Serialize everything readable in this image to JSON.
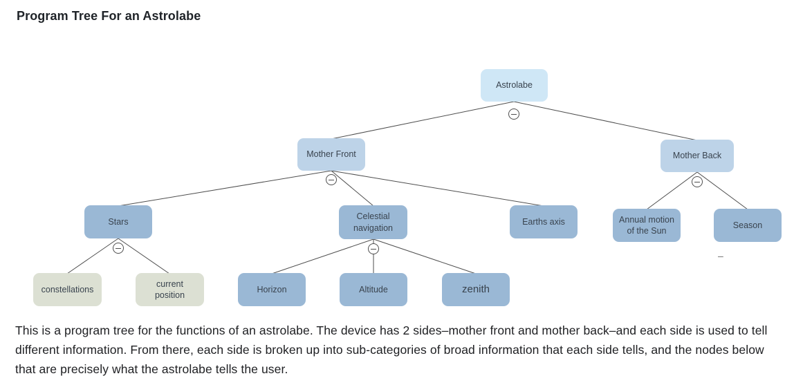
{
  "page": {
    "title": "Program Tree For an Astrolabe"
  },
  "tree": {
    "nodes": {
      "astrolabe": "Astrolabe",
      "mother_front": "Mother Front",
      "mother_back": "Mother Back",
      "stars": "Stars",
      "celestial_navigation": "Celestial navigation",
      "earths_axis": "Earths axis",
      "annual_motion": "Annual motion of the Sun",
      "season": "Season",
      "constellations": "constellations",
      "current_position": "current position",
      "horizon": "Horizon",
      "altitude": "Altitude",
      "zenith": "zenith"
    },
    "edges": [
      [
        "astrolabe",
        "mother_front"
      ],
      [
        "astrolabe",
        "mother_back"
      ],
      [
        "mother_front",
        "stars"
      ],
      [
        "mother_front",
        "celestial_navigation"
      ],
      [
        "mother_front",
        "earths_axis"
      ],
      [
        "mother_back",
        "annual_motion"
      ],
      [
        "mother_back",
        "season"
      ],
      [
        "stars",
        "constellations"
      ],
      [
        "stars",
        "current_position"
      ],
      [
        "celestial_navigation",
        "horizon"
      ],
      [
        "celestial_navigation",
        "altitude"
      ],
      [
        "celestial_navigation",
        "zenith"
      ]
    ],
    "collapse_buttons": [
      "astrolabe",
      "mother_front",
      "mother_back",
      "stars",
      "celestial_navigation"
    ],
    "collapse_glyph": "minus"
  },
  "colors": {
    "root_node": "#cfe7f6",
    "side_node": "#bdd3e8",
    "category_node": "#9ab8d5",
    "gray_leaf_node": "#dce0d3",
    "node_text": "#39434e",
    "edge_line": "#4d4d4d"
  },
  "stray_dash": "–",
  "description": "This is a program tree for the functions of an astrolabe. The device has 2 sides–mother front and mother back–and each side is used to tell different information. From there, each side is broken up into sub-categories of broad information that each side tells, and the nodes below that are precisely what the astrolabe tells the user."
}
